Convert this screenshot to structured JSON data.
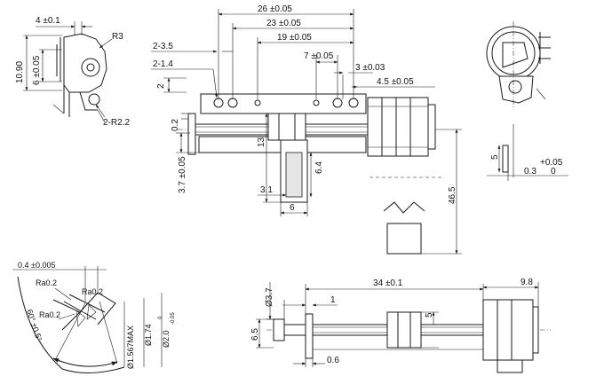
{
  "views": {
    "side": {
      "d_4": "4 ±0.1",
      "d_r3": "R3",
      "d_10_90": "10.90",
      "d_6": "6 ±0.05",
      "d_2r22": "2-R2.2"
    },
    "front": {
      "d_26": "26 ±0.05",
      "d_23": "23 ±0.05",
      "d_19": "19 ±0.05",
      "d_2_35": "2-3.5",
      "d_2_14": "2-1.4",
      "d_7": "7 ±0.05",
      "d_3": "3 ±0.03",
      "d_45": "4.5 ±0.05",
      "d_2": "2",
      "d_02": "0.2",
      "d_13": "13",
      "d_64": "6.4",
      "d_37": "3.7 ±0.05",
      "d_31": "3.1",
      "d_6b": "6",
      "d_465": "46.5"
    },
    "end": {},
    "detail": {
      "d_5": "5",
      "d_005": "+0.05",
      "d_03": "0.3",
      "d_0": "0"
    },
    "thread": {
      "d_04": "0.4 ±0.005",
      "ra_1": "Ra0.2",
      "ra_2": "Ra0.2",
      "ra_3": "Ra0.2",
      "d_60": "60° ±0.5°",
      "d_1567": "Ø1.567MAX",
      "d_174": "Ø1.74",
      "d_20": "Ø2.0",
      "d_20_tol_top": "0",
      "d_20_tol_bot": "-0.05"
    },
    "bottom": {
      "d_34": "34 ±0.1",
      "d_98": "9.8",
      "d_phi37": "Ø3.7",
      "d_1": "1",
      "d_5": "5",
      "d_65": "6.5",
      "d_06": "0.6"
    }
  }
}
